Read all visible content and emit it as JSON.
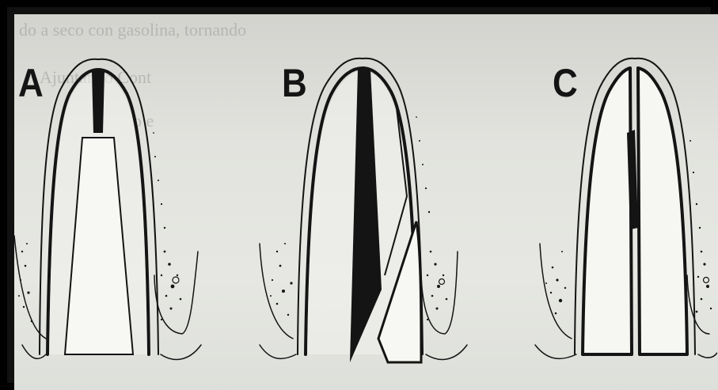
{
  "figure": {
    "bleed_through_text": [
      "do a seco con gasolina, tornando",
      "Ajuntando Cont",
      "o e"
    ],
    "panels": [
      {
        "label": "A",
        "variant": "narrow-gap-with-post"
      },
      {
        "label": "B",
        "variant": "diagonal-wedge-fracture"
      },
      {
        "label": "C",
        "variant": "split-with-center-mark"
      }
    ],
    "colors": {
      "ink": "#141414",
      "paper": "#e2e3de",
      "fill": "#f3f3ef",
      "frame": "#000000"
    }
  }
}
